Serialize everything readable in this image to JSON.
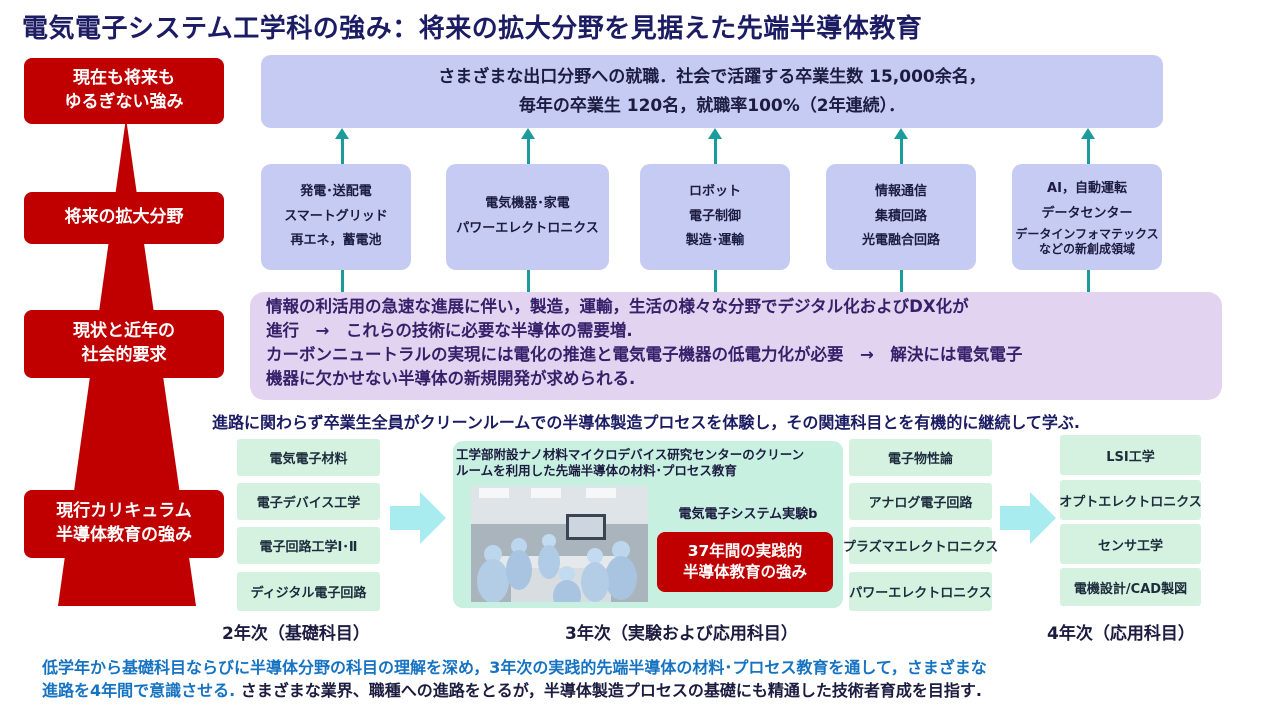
{
  "title": "電気電子システム工学科の強み：将来の拡大分野を見据えた先端半導体教育",
  "left_labels": [
    {
      "line1": "現在も将来も",
      "line2": "ゆるぎない強み"
    },
    {
      "line1": "将来の拡大分野",
      "line2": ""
    },
    {
      "line1": "現状と近年の",
      "line2": "社会的要求"
    },
    {
      "line1": "現行カリキュラム",
      "line2": "半導体教育の強み"
    }
  ],
  "top_box": {
    "line1": "さまざまな出口分野への就職．社会で活躍する卒業生数 15,000余名，",
    "line2": "毎年の卒業生 120名，就職率100%（2年連続）．"
  },
  "fields": [
    {
      "lines": [
        "発電･送配電",
        "スマートグリッド",
        "再エネ，蓄電池"
      ]
    },
    {
      "lines": [
        "電気機器･家電",
        "パワーエレクトロニクス"
      ]
    },
    {
      "lines": [
        "ロボット",
        "電子制御",
        "製造･運輸"
      ]
    },
    {
      "lines": [
        "情報通信",
        "集積回路",
        "光電融合回路"
      ]
    },
    {
      "lines": [
        "AI，自動運転",
        "データセンター"
      ],
      "small": [
        "データインフォマテックス",
        "などの新創成領域"
      ]
    }
  ],
  "society": {
    "line1": "情報の利活用の急速な進展に伴い，製造，運輸，生活の様々な分野でデジタル化およびDX化が",
    "line2": "進行　→　これらの技術に必要な半導体の需要増.",
    "line3": "カーボンニュートラルの実現には電化の推進と電気電子機器の低電力化が必要　→　解決には電気電子",
    "line4": "機器に欠かせない半導体の新規開発が求められる."
  },
  "path_text": "進路に関わらず卒業生全員がクリーンルームでの半導体製造プロセスを体験し，その関連科目とを有機的に継続して学ぶ.",
  "year2": {
    "courses": [
      "電気電子材料",
      "電子デバイス工学",
      "電子回路工学Ⅰ･Ⅱ",
      "ディジタル電子回路"
    ],
    "label": "2年次（基礎科目）"
  },
  "year3": {
    "center_title_line1": "工学部附設ナノ材料マイクロデバイス研究センターのクリーン",
    "center_title_line2": "ルームを利用した先端半導体の材料･プロセス教育",
    "experiment": "電気電子システム実験b",
    "strength_line1": "37年間の実践的",
    "strength_line2": "半導体教育の強み",
    "courses": [
      "電子物性論",
      "アナログ電子回路",
      "プラズマエレクトロニクス",
      "パワーエレクトロニクス"
    ],
    "label": "3年次（実験および応用科目）"
  },
  "year4": {
    "courses": [
      "LSI工学",
      "オプトエレクトロニクス",
      "センサ工学",
      "電機設計/CAD製図"
    ],
    "label": "4年次（応用科目）"
  },
  "bottom": {
    "line1": "低学年から基礎科目ならびに半導体分野の科目の理解を深め，3年次の実践的先端半導体の材料･プロセス教育を通して，さまざまな",
    "line2_blue": "進路を4年間で意識させる.",
    "line2_dark": "さまざまな業界、職種への進路をとるが，半導体製造プロセスの基礎にも精通した技術者育成を目指す."
  },
  "colors": {
    "red": "#c00000",
    "lavender": "#c6cbf4",
    "purple_box": "#e2d3f0",
    "mint": "#d5f2e0",
    "teal_arrow": "#1a9c9c",
    "blue_text": "#1673c2",
    "navy_text": "#1c1c64"
  }
}
